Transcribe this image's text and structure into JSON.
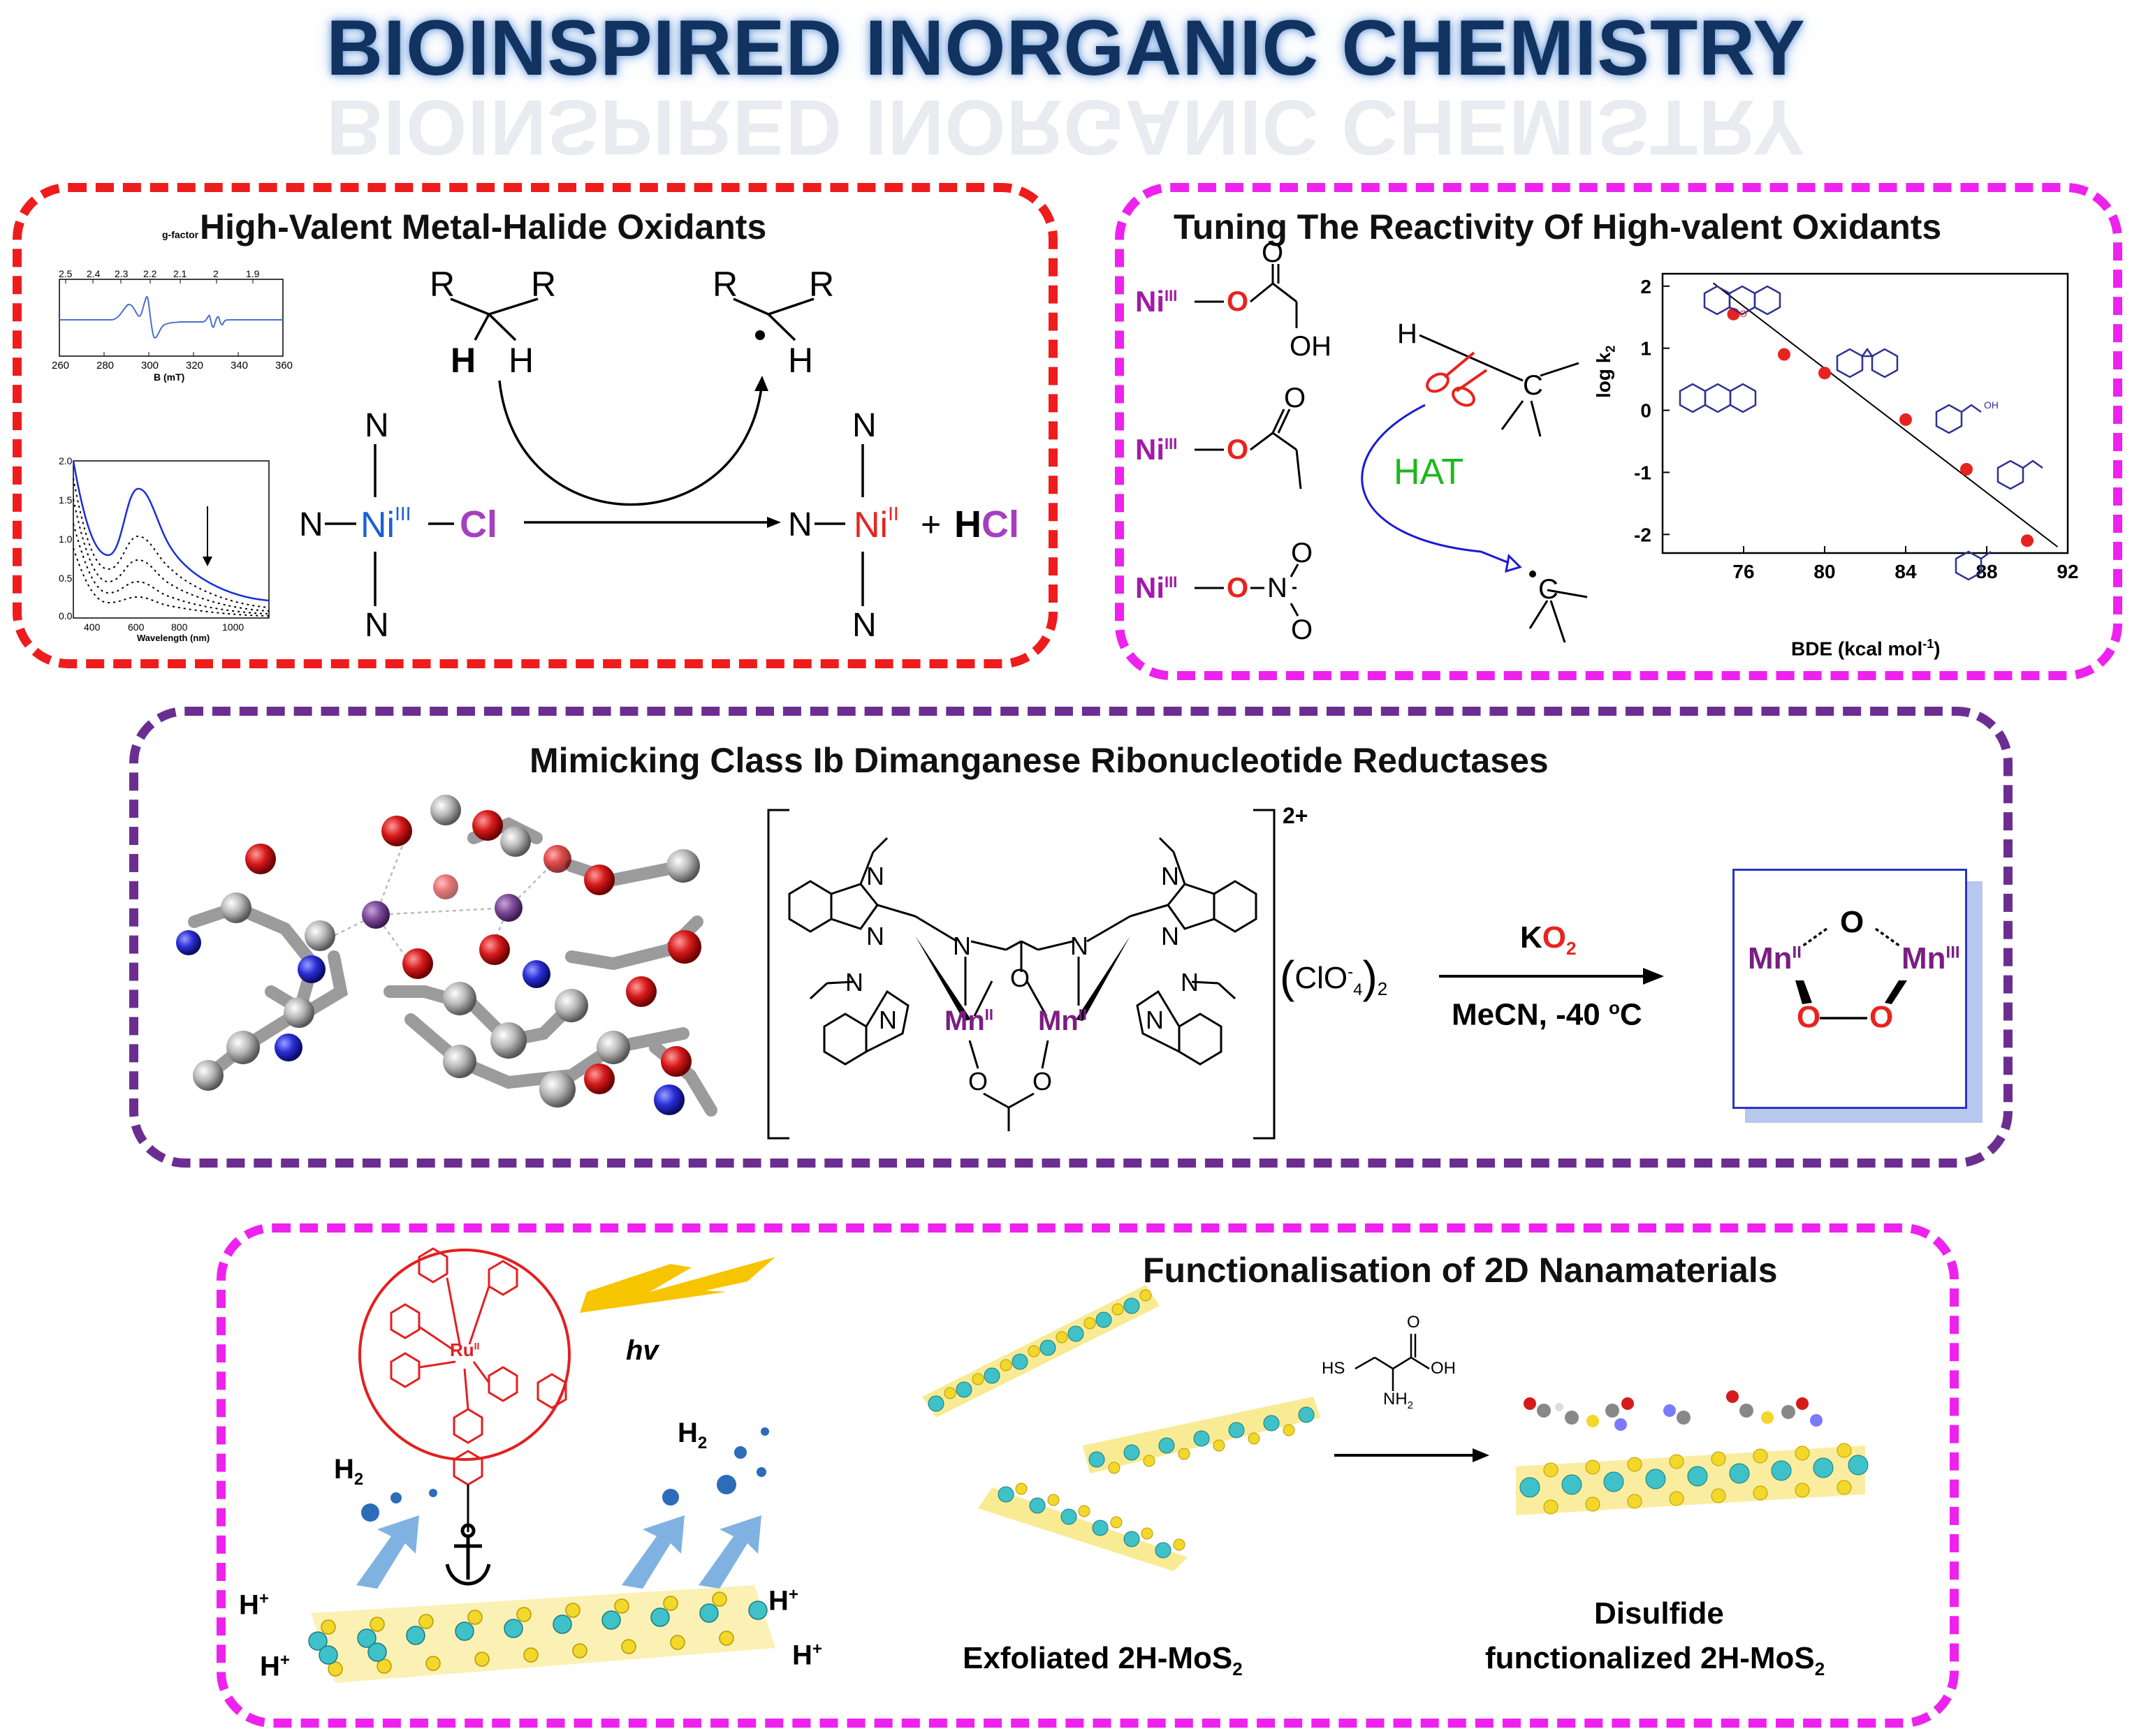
{
  "header": {
    "title": "BIOINSPIRED INORGANIC CHEMISTRY"
  },
  "colors": {
    "panel1_border": "#ee1c1c",
    "panel2_border": "#ee22ee",
    "panel3_border": "#6b2e90",
    "panel4_border": "#ee22ee",
    "nickel_blue": "#1a5fd6",
    "nickel_red": "#e8231f",
    "chloride_purple": "#a43fbf",
    "ligand_magenta": "#a11aa8",
    "manganese_purple": "#7a1e82",
    "hat_green": "#1db81d",
    "arrow_blue": "#1a1ad6",
    "ru_red": "#e41f1f"
  },
  "panel_metal_halide": {
    "title": "High-Valent Metal-Halide Oxidants",
    "epr_plot": {
      "top_axis_label": "g-factor",
      "top_ticks": [
        "2.5",
        "2.4",
        "2.3",
        "2.2",
        "2.1",
        "2",
        "1.9"
      ],
      "x_label": "B (mT)",
      "x_ticks": [
        "260",
        "280",
        "300",
        "320",
        "340",
        "360"
      ]
    },
    "uv_plot": {
      "x_label": "Wavelength (nm)",
      "x_ticks": [
        "400",
        "600",
        "800",
        "1000"
      ],
      "y_ticks": [
        "0.0",
        "0.5",
        "1.0",
        "1.5",
        "2.0"
      ]
    },
    "substrate": {
      "r1": "R",
      "r2": "R",
      "h_bold": "H",
      "h": "H"
    },
    "product_radical": {
      "r1": "R",
      "r2": "R",
      "h": "H"
    },
    "reactant_complex": {
      "n": "N",
      "metal": "Ni",
      "oxidation": "III",
      "halide": "Cl"
    },
    "product_complex": {
      "n": "N",
      "metal": "Ni",
      "oxidation": "II"
    },
    "byproduct": {
      "plus": "+",
      "h": "H",
      "cl": "Cl"
    }
  },
  "panel_reactivity": {
    "title": "Tuning The Reactivity Of High-valent Oxidants",
    "complexes": [
      {
        "metal": "Ni",
        "oxidation": "III",
        "o": "O",
        "oh": "OH"
      },
      {
        "metal": "Ni",
        "oxidation": "III",
        "o": "O"
      },
      {
        "metal": "Ni",
        "oxidation": "III",
        "o": "O",
        "n": "N",
        "o2": "O",
        "o3": "O"
      }
    ],
    "hat_scheme": {
      "h": "H",
      "c": "C",
      "label": "HAT",
      "radical_c": "C"
    },
    "chart_data": {
      "type": "scatter",
      "xlabel": "BDE (kcal mol",
      "xlabel_sup": "-1",
      "xlabel_end": ")",
      "ylabel": "log k",
      "ylabel_sub": "2",
      "xlim": [
        72,
        92
      ],
      "ylim": [
        -2.3,
        2.2
      ],
      "x_ticks": [
        "76",
        "80",
        "84",
        "88",
        "92"
      ],
      "y_ticks": [
        "2",
        "1",
        "0",
        "-1",
        "-2"
      ],
      "points": [
        {
          "x": 75.5,
          "y": 1.55
        },
        {
          "x": 78.0,
          "y": 0.9
        },
        {
          "x": 80.0,
          "y": 0.6
        },
        {
          "x": 84.0,
          "y": -0.15
        },
        {
          "x": 87.0,
          "y": -0.95
        },
        {
          "x": 90.0,
          "y": -2.1
        }
      ],
      "fit_line": [
        [
          74.5,
          2.05
        ],
        [
          91.5,
          -2.2
        ]
      ]
    }
  },
  "panel_rnr": {
    "title": "Mimicking Class Ib Dimanganese Ribonucleotide Reductases",
    "complex": {
      "charge": "2+",
      "mn1": "Mn",
      "mn1_ox": "II",
      "mn2": "Mn",
      "mn2_ox": "II",
      "o": "O",
      "n": "N"
    },
    "counterion": {
      "open": "(",
      "formula": "ClO",
      "sup": "-",
      "sub4": "4",
      "close": ")",
      "sub2": "2"
    },
    "reagent": {
      "k": "K",
      "o2": "O",
      "sub2": "2"
    },
    "conditions": {
      "text": "MeCN, -40 ",
      "deg": "o",
      "unit": "C"
    },
    "product": {
      "mn_left": "Mn",
      "ox_left": "II",
      "mn_right": "Mn",
      "ox_right": "III",
      "o": "O"
    }
  },
  "panel_2d": {
    "title": "Functionalisation of 2D Nanamaterials",
    "hv": "hv",
    "h2": "H",
    "h2_sub": "2",
    "proton": "H",
    "proton_sup": "+",
    "ru": "Ru",
    "ru_ox": "II",
    "cysteine": {
      "hs": "HS",
      "o": "O",
      "oh": "OH",
      "nh2": "NH",
      "nh2_sub": "2"
    },
    "label_exfoliated": "Exfoliated 2H-MoS",
    "label_exfoliated_sub": "2",
    "label_disulfide_1": "Disulfide",
    "label_disulfide_2": "functionalized 2H-MoS",
    "label_disulfide_sub": "2"
  }
}
